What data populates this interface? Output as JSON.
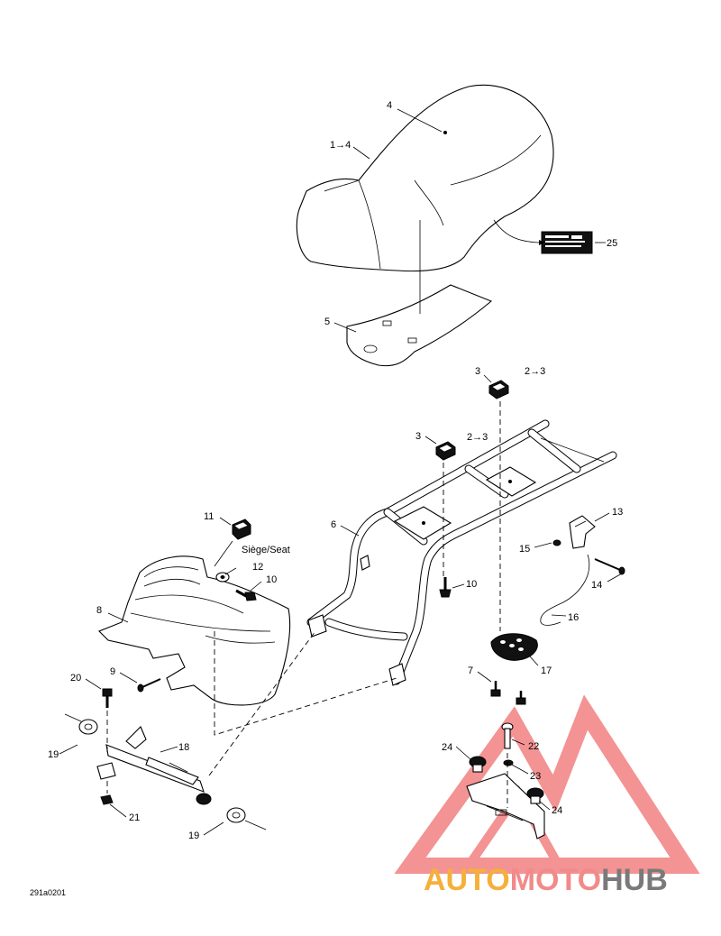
{
  "diagram": {
    "seat_label": "Siège/Seat",
    "drawing_code": "291a0201",
    "watermark": {
      "word_a": "AUTO",
      "word_b": "MOTO",
      "word_c": "HUB",
      "color_a": "#f4b03a",
      "color_b": "#f28a8a",
      "color_c": "#7a7a7a"
    },
    "callouts": {
      "c4": "4",
      "c1to4": "1→4",
      "c25": "25",
      "c5": "5",
      "c3a": "3",
      "c2to3a": "2→3",
      "c3b": "3",
      "c2to3b": "2→3",
      "c6": "6",
      "c11": "11",
      "c12": "12",
      "c10a": "10",
      "c10b": "10",
      "c13": "13",
      "c15": "15",
      "c14": "14",
      "c16": "16",
      "c8": "8",
      "c9": "9",
      "c17": "17",
      "c7": "7",
      "c20": "20",
      "c18": "18",
      "c19a": "19",
      "c19b": "19",
      "c21": "21",
      "c22": "22",
      "c24a": "24",
      "c23": "23",
      "c24b": "24"
    }
  }
}
